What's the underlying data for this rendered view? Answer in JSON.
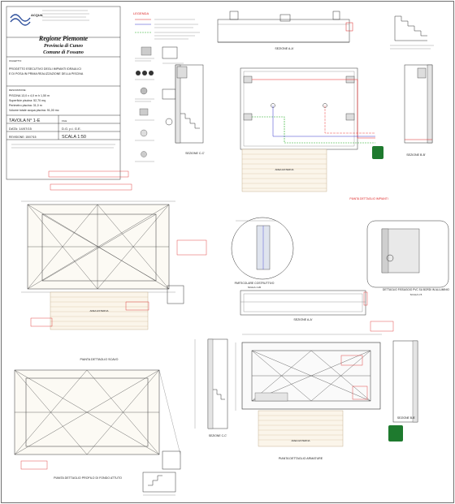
{
  "title_block": {
    "logo": "ACQUA",
    "region": "Regione Piemonte",
    "province": "Provincia di Cuneo",
    "municipality": "Comune di Fossano",
    "object_label": "OGGETTO:",
    "object_line1": "PROGETTO ESECUTIVO DEGLI IMPIANTI IDRAULICI",
    "object_line2": "E DI POSA IN PRIMA REALIZZAZIONE DELLA PISCINA",
    "desc_label": "DESCRIZIONE:",
    "desc_line1": "PISCINA 13,0 x 4,0 m h 1,50 m",
    "desc_line2": "Superficie piscina: 52,70 mq",
    "desc_line3": "Perimetro piscina: 31,0 m",
    "desc_line4": "Volume totale acqua piscina: 91,00 mc",
    "sheet_label": "TAVOLA N° 1-E",
    "file_label": "FILE",
    "date_label": "DATA: 14/07/15",
    "drawn_label": "D.G. p.i. G.E.",
    "revision_label": "REVISIONE: 15/07/15",
    "scale_label": "SCALA 1:50"
  },
  "legend": {
    "title": "LEGENDA"
  },
  "sections": {
    "aa": "SEZIONE A-A'",
    "cc": "SEZIONE C-C'",
    "bb": "SEZIONE B-B'",
    "aa2": "SEZIONE A-A'",
    "cc2": "SEZIONE C-C'",
    "bb2": "SEZIONE B-B'"
  },
  "plans": {
    "scavo": "PIANTA DETTAGLIO SCAVO",
    "fondo": "PIANTA DETTAGLIO PROFILO DI FONDO ATTUTO",
    "impianti": "PIANTA DETTAGLIO IMPIANTI",
    "armature": "PIANTA DETTAGLIO ARMATURE",
    "particolare": "PARTICOLARE COSTRUTTIVO",
    "particolare_scale": "SCALA 1:20",
    "fissaggio": "DETTAGLIO FISSAGGIO PVC SU BORDI IN ALLUMINIO",
    "fissaggio_scale": "SCALA 1:5",
    "area_esterno": "AREA ESTERNA"
  },
  "colors": {
    "red": "#dd2222",
    "green": "#22aa44",
    "dark_green": "#1e7a2e",
    "blue": "#3333cc",
    "line": "#333333"
  }
}
